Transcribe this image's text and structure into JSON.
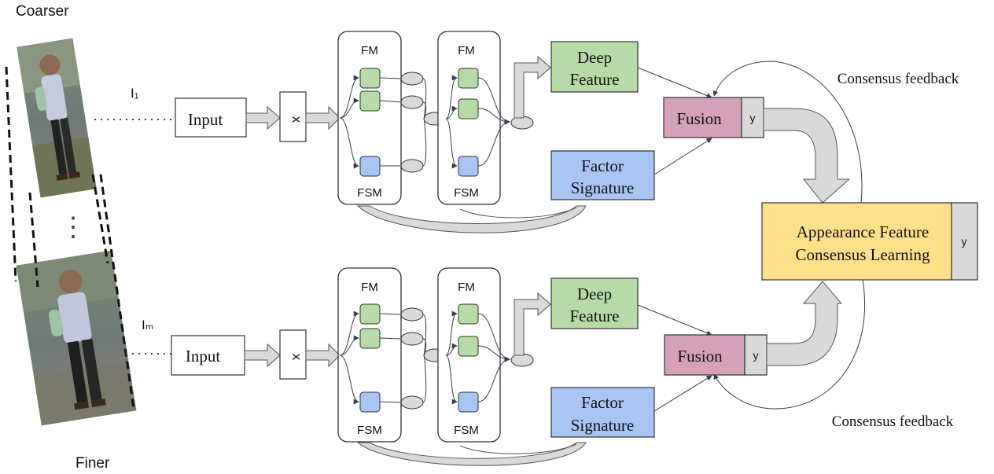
{
  "labels": {
    "coarser": "Coarser",
    "finer": "Finer",
    "l1": "I₁",
    "lm": "Iₘ",
    "ellipsis": "⋮"
  },
  "top": {
    "input": "Input",
    "x": "x",
    "fm1": "FM",
    "fsm1": "FSM",
    "fm2": "FM",
    "fsm2": "FSM",
    "deep_line1": "Deep",
    "deep_line2": "Feature",
    "factor_line1": "Factor",
    "factor_line2": "Signature",
    "fusion": "Fusion",
    "y": "y",
    "feedback": "Consensus feedback"
  },
  "bottom": {
    "input": "Input",
    "x": "x",
    "fm1": "FM",
    "fsm1": "FSM",
    "fm2": "FM",
    "fsm2": "FSM",
    "deep_line1": "Deep",
    "deep_line2": "Feature",
    "factor_line1": "Factor",
    "factor_line2": "Signature",
    "fusion": "Fusion",
    "y": "y",
    "feedback": "Consensus feedback"
  },
  "consensus": {
    "line1": "Appearance Feature",
    "line2": "Consensus Learning",
    "y": "y"
  },
  "colors": {
    "green": "#b7dba6",
    "blue": "#a9c5f4",
    "pink": "#d4a1b9",
    "yellow": "#ffe08a",
    "gray": "#d9d9d9",
    "line": "#2f4050"
  }
}
